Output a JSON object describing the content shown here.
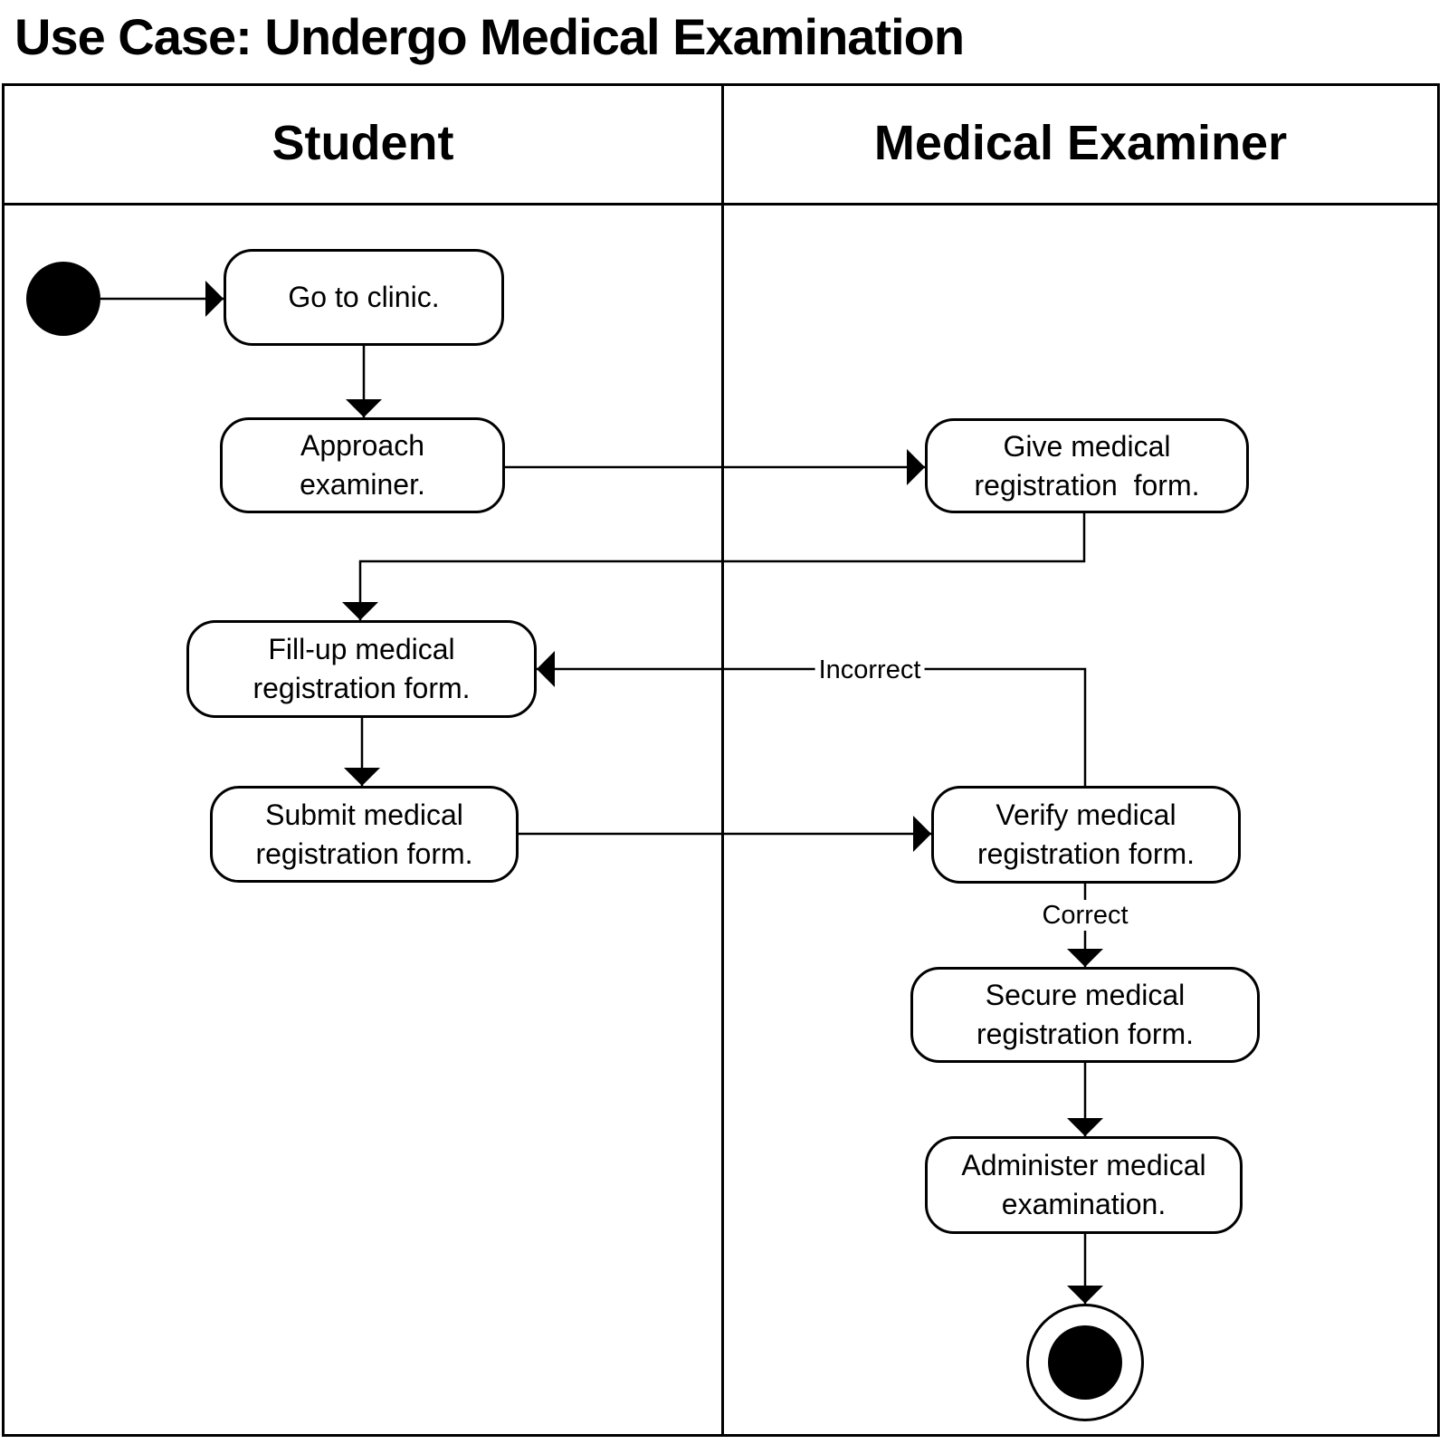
{
  "title": "Use Case: Undergo Medical Examination",
  "lanes": [
    {
      "name": "Student"
    },
    {
      "name": "Medical Examiner"
    }
  ],
  "nodes": {
    "start": {
      "type": "initial"
    },
    "go_to_clinic": {
      "label": "Go to clinic.",
      "lane": "Student"
    },
    "approach_examiner": {
      "label": "Approach\nexaminer.",
      "lane": "Student"
    },
    "give_form": {
      "label": "Give medical\nregistration  form.",
      "lane": "Medical Examiner"
    },
    "fill_up_form": {
      "label": "Fill-up medical\nregistration form.",
      "lane": "Student"
    },
    "submit_form": {
      "label": "Submit medical\nregistration form.",
      "lane": "Student"
    },
    "verify_form": {
      "label": "Verify medical\nregistration form.",
      "lane": "Medical Examiner"
    },
    "secure_form": {
      "label": "Secure medical\nregistration form.",
      "lane": "Medical Examiner"
    },
    "administer_exam": {
      "label": "Administer medical\nexamination.",
      "lane": "Medical Examiner"
    },
    "end": {
      "type": "final"
    }
  },
  "edge_labels": {
    "incorrect": "Incorrect",
    "correct": "Correct"
  },
  "edges": [
    {
      "from": "start",
      "to": "go_to_clinic",
      "label": ""
    },
    {
      "from": "go_to_clinic",
      "to": "approach_examiner",
      "label": ""
    },
    {
      "from": "approach_examiner",
      "to": "give_form",
      "label": ""
    },
    {
      "from": "give_form",
      "to": "fill_up_form",
      "label": ""
    },
    {
      "from": "fill_up_form",
      "to": "submit_form",
      "label": ""
    },
    {
      "from": "submit_form",
      "to": "verify_form",
      "label": ""
    },
    {
      "from": "verify_form",
      "to": "fill_up_form",
      "label": "Incorrect"
    },
    {
      "from": "verify_form",
      "to": "secure_form",
      "label": "Correct"
    },
    {
      "from": "secure_form",
      "to": "administer_exam",
      "label": ""
    },
    {
      "from": "administer_exam",
      "to": "end",
      "label": ""
    }
  ],
  "colors": {
    "ink": "#000000",
    "background": "#ffffff"
  }
}
